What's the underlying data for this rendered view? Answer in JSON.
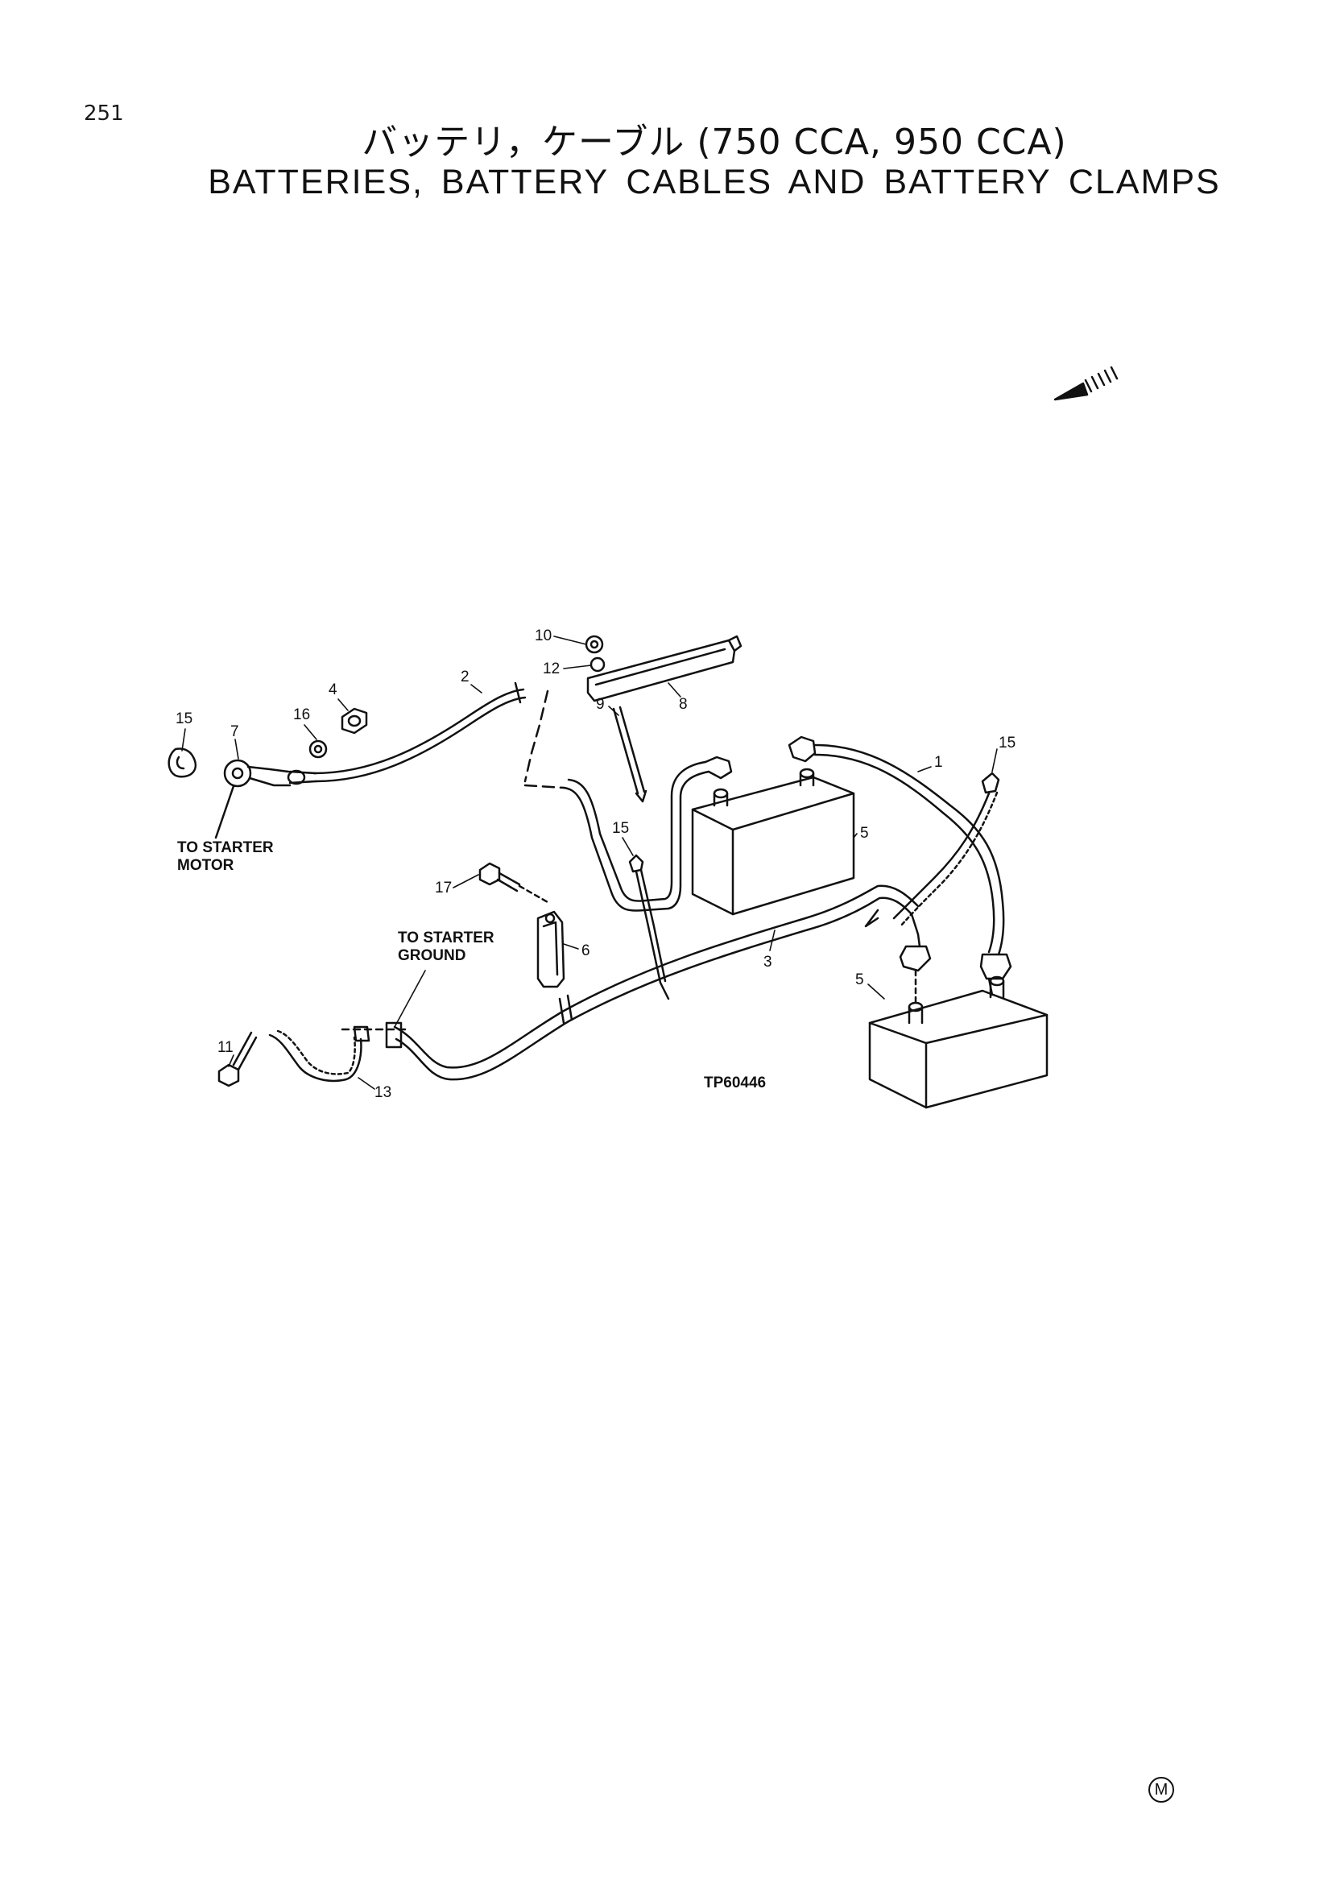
{
  "page": {
    "number": "251",
    "title_jp": "バッテリ，ケーブル (750 CCA,  950 CCA)",
    "title_en": "BATTERIES, BATTERY CABLES AND BATTERY CLAMPS",
    "mark": "M"
  },
  "diagram": {
    "figure_id": "TP60446",
    "labels": {
      "to_starter_motor_1": "TO STARTER",
      "to_starter_motor_2": "MOTOR",
      "to_starter_ground_1": "TO STARTER",
      "to_starter_ground_2": "GROUND"
    },
    "callouts": {
      "c1": "1",
      "c2": "2",
      "c3": "3",
      "c4": "4",
      "c5a": "5",
      "c5b": "5",
      "c6": "6",
      "c7": "7",
      "c8": "8",
      "c9": "9",
      "c10": "10",
      "c11": "11",
      "c12": "12",
      "c13": "13",
      "c15a": "15",
      "c15b": "15",
      "c15c": "15",
      "c16": "16",
      "c17": "17"
    }
  }
}
